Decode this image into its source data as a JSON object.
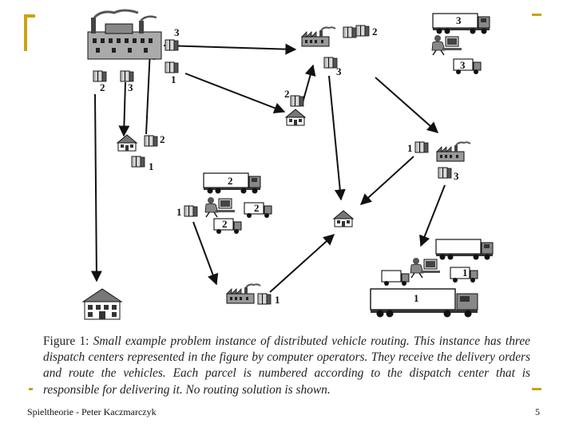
{
  "slide": {
    "footer_left": "Spieltheorie - Peter Kaczmarczyk",
    "page_number": "5",
    "accent_color": "#c8a415"
  },
  "figure": {
    "caption_label": "Figure 1:",
    "caption_text": "Small example problem instance of distributed vehicle routing. This instance has three dispatch centers represented in the figure by computer operators. They receive the delivery orders and route the vehicles. Each parcel is numbered according to the dispatch center that is responsible for delivering it. No routing solution is shown.",
    "parcel_numbers": {
      "factory_right": "3",
      "factory_right_low": "1",
      "factory_below_left": "2",
      "factory_below_right": "3",
      "small_house_right": "2",
      "small_house_below": "1",
      "top_factory_right": "2",
      "top_factory_below": "3",
      "top_house_above": "2",
      "right_factory_left": "1",
      "right_factory_below": "3",
      "dispatch1_parcel": "1",
      "bottom_factory_right": "1"
    },
    "truck_numbers": {
      "top_right_big": "3",
      "top_right_small": "3",
      "mid_big": "2",
      "mid_right": "2",
      "mid_bottom": "2",
      "bottom_right_small": "1",
      "bottom_big": "1"
    },
    "icons": [
      "factory-icon",
      "house-icon",
      "truck-icon",
      "operator-icon",
      "parcel-icon"
    ]
  }
}
